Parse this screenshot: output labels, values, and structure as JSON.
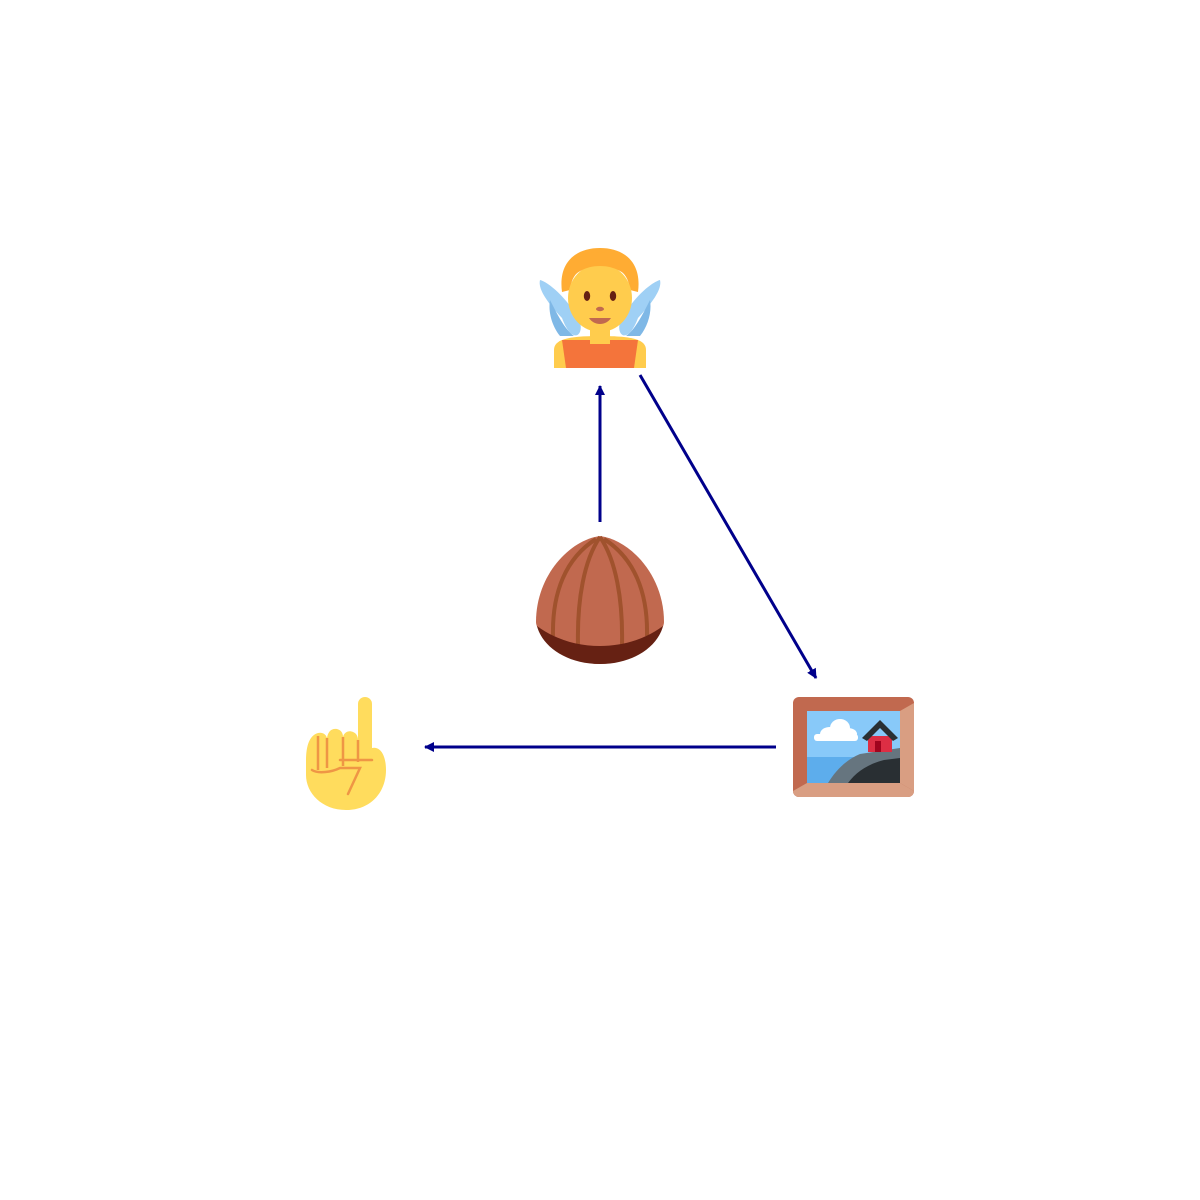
{
  "diagram": {
    "nodes": [
      {
        "id": "fairy",
        "icon": "fairy-icon"
      },
      {
        "id": "hazelnut",
        "icon": "hazelnut-icon"
      },
      {
        "id": "framed-picture",
        "icon": "framed-picture-icon"
      },
      {
        "id": "pointing-up",
        "icon": "index-pointing-up-icon"
      }
    ],
    "edges": [
      {
        "from": "hazelnut",
        "to": "fairy"
      },
      {
        "from": "fairy",
        "to": "framed-picture"
      },
      {
        "from": "framed-picture",
        "to": "pointing-up"
      }
    ],
    "colors": {
      "arrow": "#00008b",
      "background": "#ffffff"
    }
  }
}
